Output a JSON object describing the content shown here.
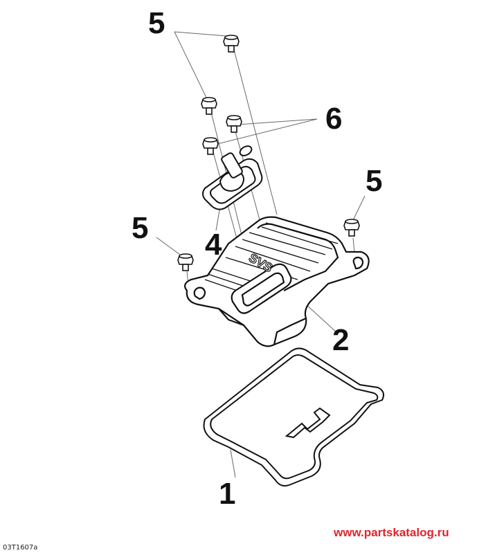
{
  "diagram": {
    "callouts": [
      {
        "id": "c5a",
        "label": "5"
      },
      {
        "id": "c6",
        "label": "6"
      },
      {
        "id": "c5b",
        "label": "5"
      },
      {
        "id": "c5c",
        "label": "5"
      },
      {
        "id": "c4",
        "label": "4"
      },
      {
        "id": "c2",
        "label": "2"
      },
      {
        "id": "c1",
        "label": "1"
      }
    ],
    "cover_embossing": "SVS"
  },
  "footer": {
    "drawing_code": "03T1607a",
    "watermark": "www.partskatalog.ru",
    "watermark_color": "#e0242a"
  },
  "colors": {
    "line": "#111111",
    "leader": "#666666",
    "background": "#ffffff"
  }
}
